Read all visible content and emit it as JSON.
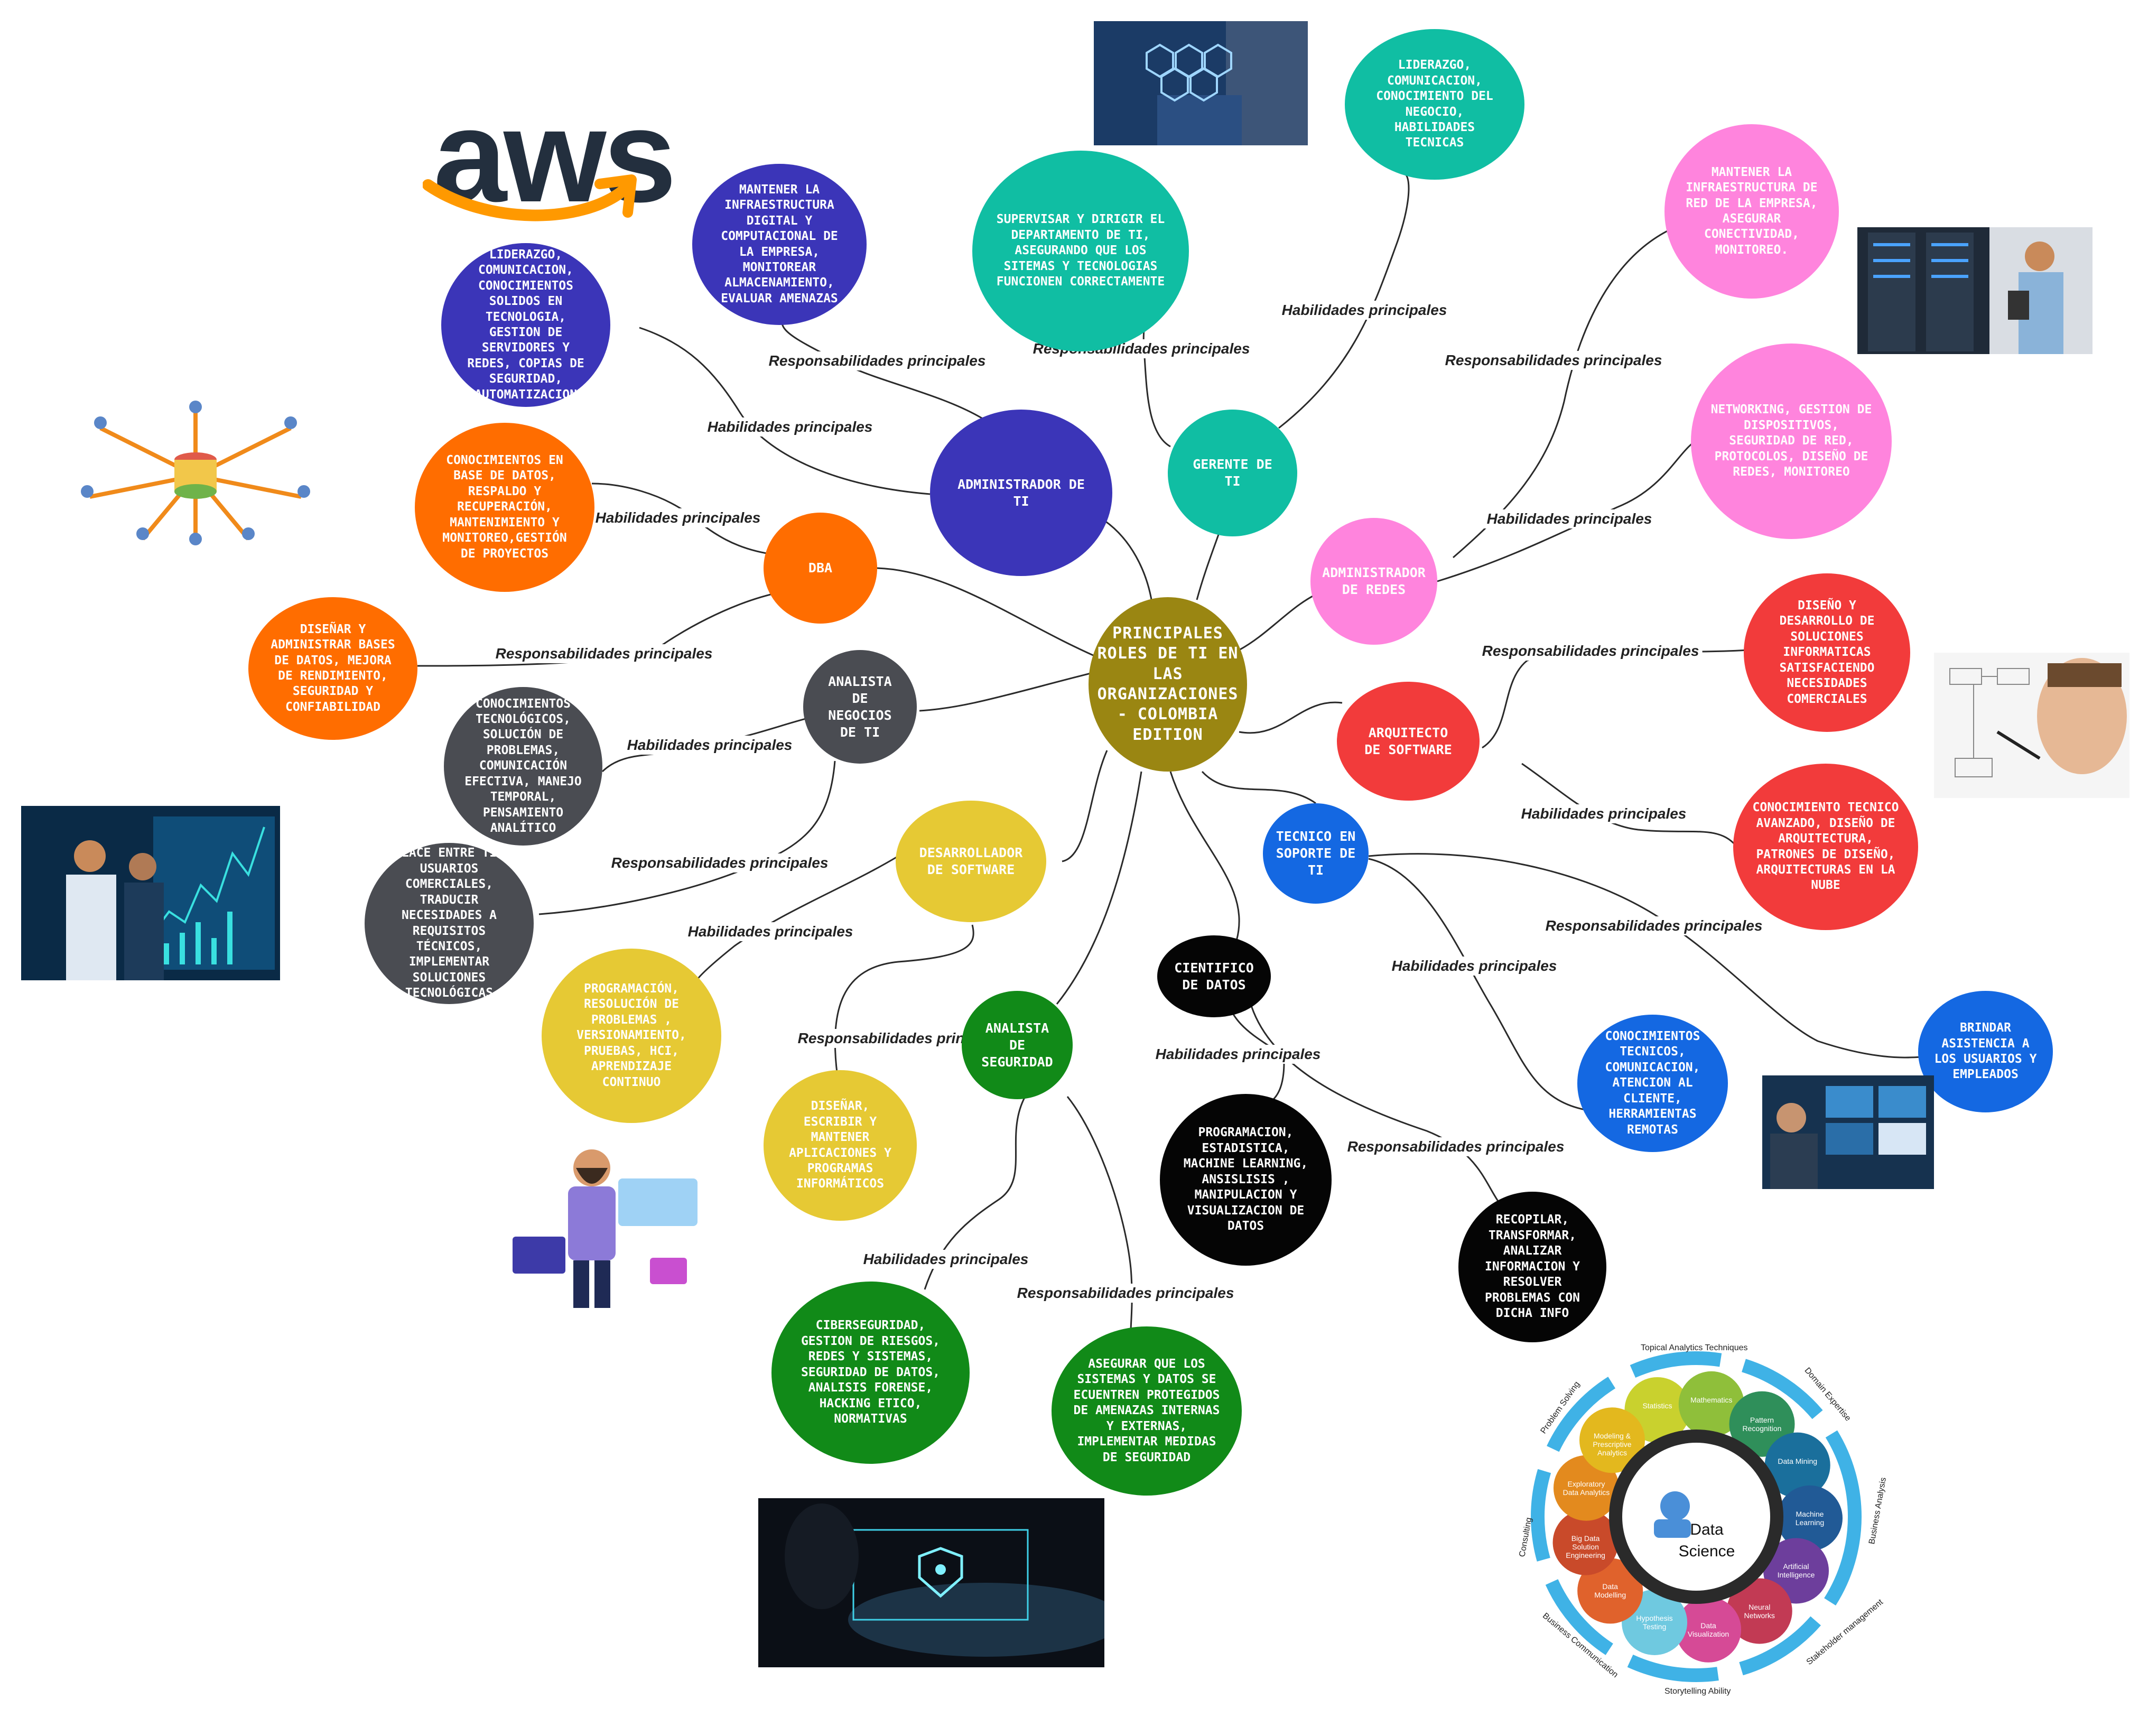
{
  "center": {
    "label": "Principales roles de TI en las organizaciones - Colombia Edition",
    "color": "#9a8612"
  },
  "edge_labels": {
    "responsibilities": "Responsabilidades principales",
    "skills": "Habilidades principales"
  },
  "roles": {
    "admin_ti": {
      "label": "Administrador de TI",
      "color": "#3b35b8"
    },
    "gerente_ti": {
      "label": "Gerente de TI",
      "color": "#10bea3"
    },
    "admin_redes": {
      "label": "Administrador de redes",
      "color": "#ff84dd"
    },
    "arquitecto": {
      "label": "Arquitecto de software",
      "color": "#f23b3b"
    },
    "soporte": {
      "label": "Tecnico en soporte de TI",
      "color": "#1468e2"
    },
    "cientifico": {
      "label": "Cientifico de datos",
      "color": "#050505"
    },
    "seguridad": {
      "label": "Analista de seguridad",
      "color": "#118a18"
    },
    "desarrollador": {
      "label": "Desarrollador de software",
      "color": "#e6c934"
    },
    "analista_negocios": {
      "label": "Analista de negocios de TI",
      "color": "#4a4c52"
    },
    "dba": {
      "label": "DBA",
      "color": "#ff6d00"
    }
  },
  "details": {
    "admin_resp": "Mantener la infraestructura digital y computacional de la empresa, monitorear almacenamiento, evaluar amenazas",
    "admin_skills": "Liderazgo, comunicacion, conocimientos solidos en tecnologia, gestion de servidores y redes, copias de seguridad, automatizacion",
    "gerente_resp": "Supervisar y dirigir el departamento de TI, asegurando que los sitemas y tecnologias funcionen correctamente",
    "gerente_skills": "Liderazgo, comunicacion, conocimiento del negocio, habilidades tecnicas",
    "redes_resp": "Mantener la infraestructura de red de la empresa, asegurar conectividad, monitoreo.",
    "redes_skills": "Networking, gestion de dispositivos, seguridad de red, protocolos, diseño de redes, monitoreo",
    "arq_resp": "Diseño y desarrollo de soluciones informaticas satisfaciendo necesidades comerciales",
    "arq_skills": "Conocimiento tecnico avanzado, diseño de arquitectura, patrones de diseño, arquitecturas en la nube",
    "soporte_resp": "Brindar asistencia a los usuarios y empleados",
    "soporte_skills": "Conocimientos tecnicos, comunicacion, atencion al cliente, herramientas remotas",
    "cient_skills": "Programacion, estadistica, machine learning, ansislisis , manipulacion y visualizacion de datos",
    "cient_resp": "Recopilar, transformar, analizar informacion y resolver problemas con dicha info",
    "seg_skills": "Ciberseguridad, gestion de riesgos, redes y sistemas, seguridad de datos, analisis forense, hacking etico, normativas",
    "seg_resp": "Asegurar que los sistemas y datos se ecuentren protegidos de amenazas internas y externas, implementar medidas de seguridad",
    "dev_skills": "Programación, resolución de problemas , versionamiento, pruebas, HCI, aprendizaje continuo",
    "dev_resp": "Diseñar, escribir y mantener aplicaciones y programas informáticos",
    "neg_skills": "Conocimientos tecnológicos, solución de problemas, comunicación efectiva, manejo temporal, pensamiento analítico",
    "neg_resp": "Enlace entre TI y usuarios comerciales, traducir necesidades a requisitos técnicos, implementar soluciones tecnológicas",
    "dba_skills": "Conocimientos en base de datos, respaldo y recuperación, mantenimiento y monitoreo,gestión de proyectos",
    "dba_resp": "Diseñar y administrar bases de datos, mejora de rendimiento, seguridad y confiabilidad"
  },
  "aws_logo": {
    "text": "aws",
    "color": "#232f3e",
    "smile_color": "#ff9900"
  },
  "data_science": {
    "center": "Data Science",
    "segments": [
      "Statistics",
      "Mathematics",
      "Pattern Recognition",
      "Data Mining",
      "Machine Learning",
      "Artificial Intelligence",
      "Neural Networks",
      "Data Visualization",
      "Hypothesis Testing",
      "Data Modelling",
      "Big Data Solution Engineering",
      "Exploratory Data Analytics",
      "Modeling & Prescriptive Analytics"
    ],
    "outer": [
      "Topical Analytics Techniques",
      "Domain Expertise",
      "Business Analysis",
      "Stakeholder management",
      "Storytelling Ability",
      "Business Communication",
      "Consulting",
      "Problem Solving"
    ]
  }
}
